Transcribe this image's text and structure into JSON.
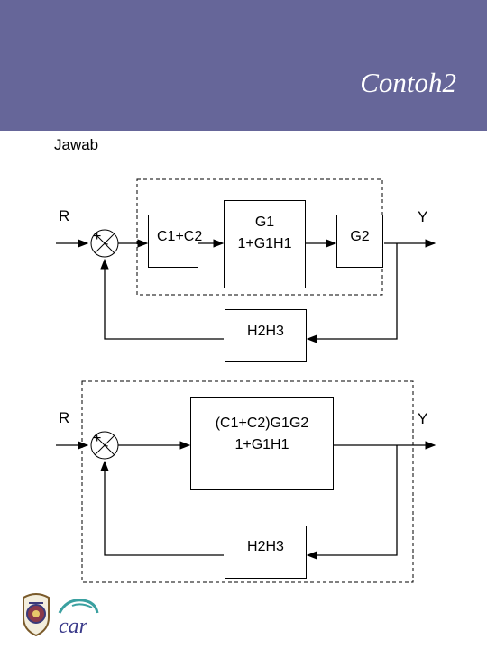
{
  "header": {
    "title": "Contoh2"
  },
  "section_label": "Jawab",
  "diagram1": {
    "input": "R",
    "output": "Y",
    "sum_plus": "+",
    "sum_minus": "-",
    "block1": "C1+C2",
    "block2_num": "G1",
    "block2_den": "1+G1H1",
    "block3": "G2",
    "feedback": "H2H3"
  },
  "diagram2": {
    "input": "R",
    "output": "Y",
    "sum_plus": "+",
    "sum_minus": "-",
    "block_num": "(C1+C2)G1G2",
    "block_den": "1+G1H1",
    "feedback": "H2H3"
  },
  "colors": {
    "header": "#666699",
    "line": "#000000"
  },
  "logos": [
    "university-seal-logo",
    "car-logo"
  ],
  "logo_text": "car"
}
